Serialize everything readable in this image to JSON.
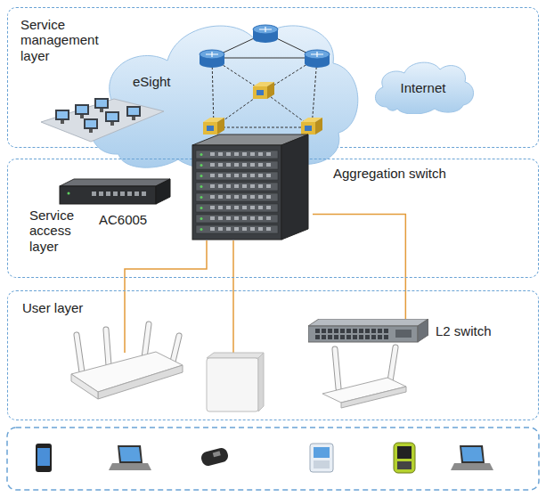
{
  "diagram": {
    "nodes": [
      {
        "text": [
          "Service management layer"
        ]
      },
      {
        "text": [
          "eSight"
        ],
        "in": 0
      },
      {
        "text": [
          "Internet"
        ],
        "in": 0
      },
      {
        "text": [
          "Service access layer"
        ]
      },
      {
        "text": [
          "AC6005"
        ],
        "in": 3
      },
      {
        "text": [
          "Aggregation switch"
        ],
        "in": 3
      },
      {
        "text": [
          "User layer"
        ]
      },
      {
        "text": [
          "L2 switch"
        ],
        "in": 6
      }
    ],
    "edges": [
      {
        "from": 5,
        "to": 7,
        "arrow": "none"
      }
    ]
  }
}
